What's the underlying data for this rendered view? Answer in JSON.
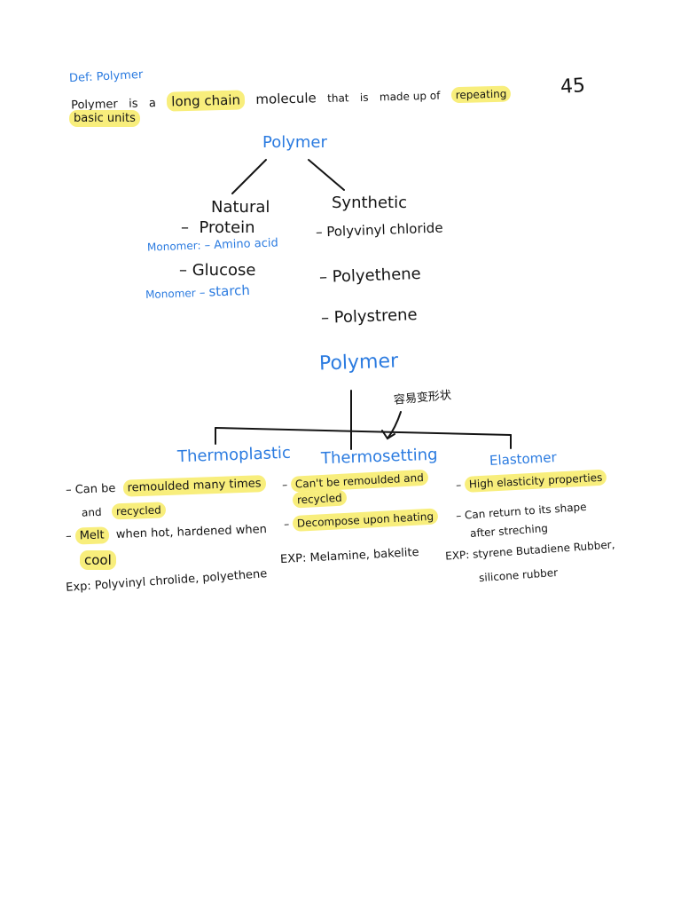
{
  "page_number": "45",
  "definition": {
    "heading": "Def: Polymer",
    "line1": [
      "Polymer",
      "is",
      "a",
      "long chain",
      "molecule",
      "that",
      "is",
      "made up of",
      "repeating"
    ],
    "line2": "basic units"
  },
  "tree1": {
    "root": "Polymer",
    "natural": {
      "label": "Natural",
      "item1": "Protein",
      "monomer1_label": "Monomer:",
      "monomer1_value": "Amino acid",
      "item2": "Glucose",
      "monomer2_label": "Monomer",
      "monomer2_value": "starch"
    },
    "synthetic": {
      "label": "Synthetic",
      "items": [
        "Polyvinyl chloride",
        "Polyethene",
        "Polystrene"
      ]
    }
  },
  "tree2": {
    "root": "Polymer",
    "annotation": "容易变形状",
    "branches": {
      "thermoplastic": {
        "title": "Thermoplastic",
        "p1": [
          "Can be",
          "remoulded many times"
        ],
        "p1b": [
          "and",
          "recycled"
        ],
        "p2": [
          "Melt",
          "when hot, hardened when"
        ],
        "p2b": "cool",
        "example": "Exp: Polyvinyl chrolide, polyethene"
      },
      "thermosetting": {
        "title": "Thermosetting",
        "p1": [
          "Can't be remoulded and",
          "recycled"
        ],
        "p2": "Decompose upon heating",
        "example": "EXP: Melamine, bakelite"
      },
      "elastomer": {
        "title": "Elastomer",
        "p1": "High elasticity properties",
        "p2": "Can return to its shape",
        "p2b": "after streching",
        "example": "EXP: styrene Butadiene Rubber,",
        "example2": "silicone rubber"
      }
    }
  },
  "colors": {
    "ink": "#141414",
    "blue_ink": "#2b7be0",
    "highlight": "#f8ee7c"
  }
}
